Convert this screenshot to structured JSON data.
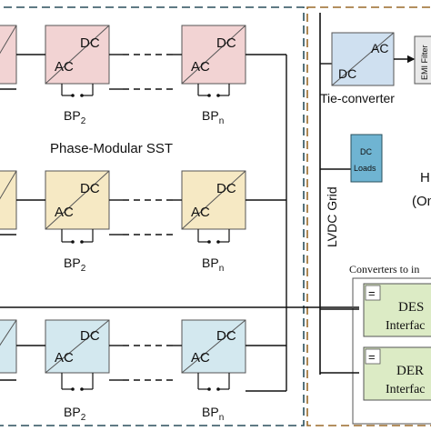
{
  "converter_labels": {
    "dc": "DC",
    "ac": "AC"
  },
  "bypass_labels": {
    "bp2_main": "BP",
    "bp2_sub": "2",
    "bpn_main": "BP",
    "bpn_sub": "n"
  },
  "sst_title": "Phase-Modular SST",
  "grid_label": "LVDC Grid",
  "tie_converter_label": "Tie-converter",
  "emi_filter_label": "EMI Filter",
  "dc_loads_label": {
    "line1": "DC",
    "line2": "Loads"
  },
  "partial_labels": {
    "h": "H",
    "om": "(Om"
  },
  "converters_to_label": "Converters to in",
  "des_interface": {
    "icon": "=",
    "line1": "DES",
    "line2": "Interfac"
  },
  "der_interface": {
    "icon": "=",
    "line1": "DER",
    "line2": "Interfac"
  },
  "colors": {
    "row1_fill": "#f2d3d3",
    "row2_fill": "#f6e9c4",
    "row3_fill": "#d3e8ef",
    "dc_loads_fill": "#6fb4d2",
    "tie_fill": "#cfe0f0",
    "interface_fill": "#dcebc5",
    "dashed_border_left": "#2a4f5c",
    "dashed_border_right": "#9a6a2a"
  }
}
